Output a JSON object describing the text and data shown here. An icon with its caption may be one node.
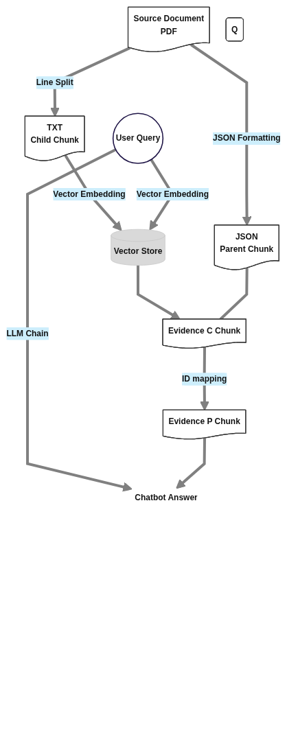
{
  "diagram": {
    "nodes": [
      {
        "text": [
          "Source Document",
          "PDF"
        ]
      },
      {
        "text": [
          "TXT",
          "Child Chunk"
        ]
      },
      {
        "text": [
          "JSON",
          "Parent Chunk"
        ]
      },
      {
        "text": [
          "Vector Store"
        ]
      },
      {
        "text": [
          "Evidence C Chunk"
        ]
      },
      {
        "text": [
          "User Query"
        ]
      },
      {
        "text": [
          "Q"
        ]
      },
      {
        "text": [
          "Evidence P Chunk"
        ]
      },
      {
        "text": [
          "Chatbot Answer"
        ]
      }
    ],
    "edges": [
      {
        "from": 0,
        "to": 1,
        "arrow": "to",
        "label": "Line Split"
      },
      {
        "from": 0,
        "to": 2,
        "arrow": "to",
        "label": "JSON Formatting"
      },
      {
        "from": 1,
        "to": 3,
        "arrow": "to",
        "label": "Vector Embedding"
      },
      {
        "from": 3,
        "to": 4,
        "arrow": "to"
      },
      {
        "from": 2,
        "to": 4,
        "arrow": "none"
      },
      {
        "from": 4,
        "to": 7,
        "arrow": "to",
        "label": "ID mapping"
      },
      {
        "from": 5,
        "to": 3,
        "arrow": "to",
        "label": "Vector Embedding"
      },
      {
        "from": 5,
        "to": 8,
        "arrow": "to",
        "label": "LLM Chain"
      },
      {
        "from": 7,
        "to": 8,
        "arrow": "to"
      }
    ]
  }
}
